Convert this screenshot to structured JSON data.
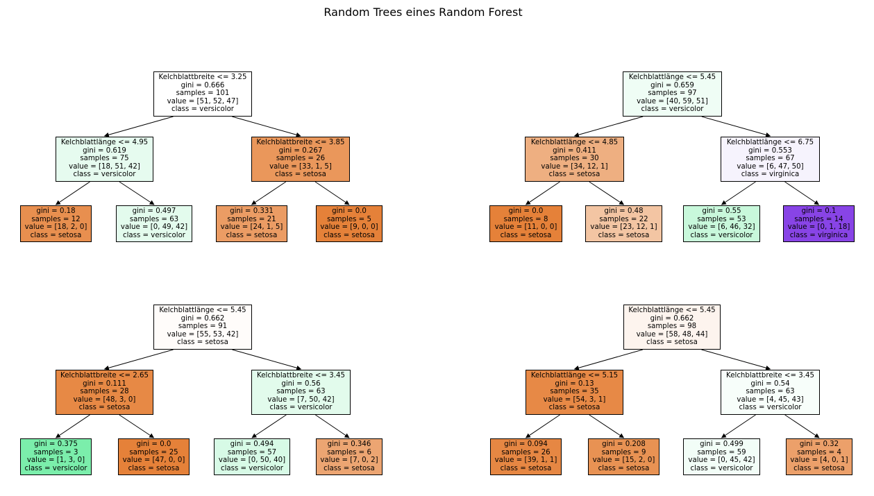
{
  "title": "Random Trees eines Random Forest",
  "trees": [
    {
      "nodes": [
        {
          "lines": [
            "Kelchblattbreite <= 3.25",
            "gini = 0.666",
            "samples = 101",
            "value = [51, 52, 47]",
            "class = versicolor"
          ],
          "fill": "#ffffff"
        },
        {
          "lines": [
            "Kelchblattlänge <= 4.95",
            "gini = 0.619",
            "samples = 75",
            "value = [18, 51, 42]",
            "class = versicolor"
          ],
          "fill": "#e6fbef"
        },
        {
          "lines": [
            "Kelchblattbreite <= 3.85",
            "gini = 0.267",
            "samples = 26",
            "value = [33, 1, 5]",
            "class = setosa"
          ],
          "fill": "#ea975b"
        },
        {
          "lines": [
            "gini = 0.18",
            "samples = 12",
            "value = [18, 2, 0]",
            "class = setosa"
          ],
          "fill": "#e88f4f"
        },
        {
          "lines": [
            "gini = 0.497",
            "samples = 63",
            "value = [0, 49, 42]",
            "class = versicolor"
          ],
          "fill": "#e3fbed"
        },
        {
          "lines": [
            "gini = 0.331",
            "samples = 21",
            "value = [24, 1, 5]",
            "class = setosa"
          ],
          "fill": "#eb9c64"
        },
        {
          "lines": [
            "gini = 0.0",
            "samples = 5",
            "value = [9, 0, 0]",
            "class = setosa"
          ],
          "fill": "#e58139"
        }
      ]
    },
    {
      "nodes": [
        {
          "lines": [
            "Kelchblattlänge <= 5.45",
            "gini = 0.659",
            "samples = 97",
            "value = [40, 59, 51]",
            "class = versicolor"
          ],
          "fill": "#effdf5"
        },
        {
          "lines": [
            "Kelchblattlänge <= 4.85",
            "gini = 0.411",
            "samples = 30",
            "value = [34, 12, 1]",
            "class = setosa"
          ],
          "fill": "#eeaf81"
        },
        {
          "lines": [
            "Kelchblattlänge <= 6.75",
            "gini = 0.553",
            "samples = 67",
            "value = [6, 47, 50]",
            "class = virginica"
          ],
          "fill": "#f6f3fd"
        },
        {
          "lines": [
            "gini = 0.0",
            "samples = 8",
            "value = [11, 0, 0]",
            "class = setosa"
          ],
          "fill": "#e58139"
        },
        {
          "lines": [
            "gini = 0.48",
            "samples = 22",
            "value = [23, 12, 1]",
            "class = setosa"
          ],
          "fill": "#f3c5a3"
        },
        {
          "lines": [
            "gini = 0.55",
            "samples = 53",
            "value = [6, 46, 32]",
            "class = versicolor"
          ],
          "fill": "#c8f8db"
        },
        {
          "lines": [
            "gini = 0.1",
            "samples = 14",
            "value = [0, 1, 18]",
            "class = virginica"
          ],
          "fill": "#8844e6"
        }
      ]
    },
    {
      "nodes": [
        {
          "lines": [
            "Kelchblattlänge <= 5.45",
            "gini = 0.662",
            "samples = 91",
            "value = [55, 53, 42]",
            "class = setosa"
          ],
          "fill": "#fffcfa"
        },
        {
          "lines": [
            "Kelchblattbreite <= 2.65",
            "gini = 0.111",
            "samples = 28",
            "value = [48, 3, 0]",
            "class = setosa"
          ],
          "fill": "#e78945"
        },
        {
          "lines": [
            "Kelchblattbreite <= 3.45",
            "gini = 0.56",
            "samples = 63",
            "value = [7, 50, 42]",
            "class = versicolor"
          ],
          "fill": "#e2fbec"
        },
        {
          "lines": [
            "gini = 0.375",
            "samples = 3",
            "value = [1, 3, 0]",
            "class = versicolor"
          ],
          "fill": "#7beeab"
        },
        {
          "lines": [
            "gini = 0.0",
            "samples = 25",
            "value = [47, 0, 0]",
            "class = setosa"
          ],
          "fill": "#e58139"
        },
        {
          "lines": [
            "gini = 0.494",
            "samples = 57",
            "value = [0, 50, 40]",
            "class = versicolor"
          ],
          "fill": "#d7fae6"
        },
        {
          "lines": [
            "gini = 0.346",
            "samples = 6",
            "value = [7, 0, 2]",
            "class = setosa"
          ],
          "fill": "#eca572"
        }
      ]
    },
    {
      "nodes": [
        {
          "lines": [
            "Kelchblattlänge <= 5.45",
            "gini = 0.662",
            "samples = 98",
            "value = [58, 48, 44]",
            "class = setosa"
          ],
          "fill": "#fdf4ee"
        },
        {
          "lines": [
            "Kelchblattlänge <= 5.15",
            "gini = 0.13",
            "samples = 35",
            "value = [54, 3, 1]",
            "class = setosa"
          ],
          "fill": "#e78946"
        },
        {
          "lines": [
            "Kelchblattbreite <= 3.45",
            "gini = 0.54",
            "samples = 63",
            "value = [4, 45, 43]",
            "class = versicolor"
          ],
          "fill": "#f7fefa"
        },
        {
          "lines": [
            "gini = 0.094",
            "samples = 26",
            "value = [39, 1, 1]",
            "class = setosa"
          ],
          "fill": "#e68743"
        },
        {
          "lines": [
            "gini = 0.208",
            "samples = 9",
            "value = [15, 2, 0]",
            "class = setosa"
          ],
          "fill": "#e89253"
        },
        {
          "lines": [
            "gini = 0.499",
            "samples = 59",
            "value = [0, 45, 42]",
            "class = versicolor"
          ],
          "fill": "#f2fdf7"
        },
        {
          "lines": [
            "gini = 0.32",
            "samples = 4",
            "value = [4, 0, 1]",
            "class = setosa"
          ],
          "fill": "#eca06a"
        }
      ]
    }
  ]
}
